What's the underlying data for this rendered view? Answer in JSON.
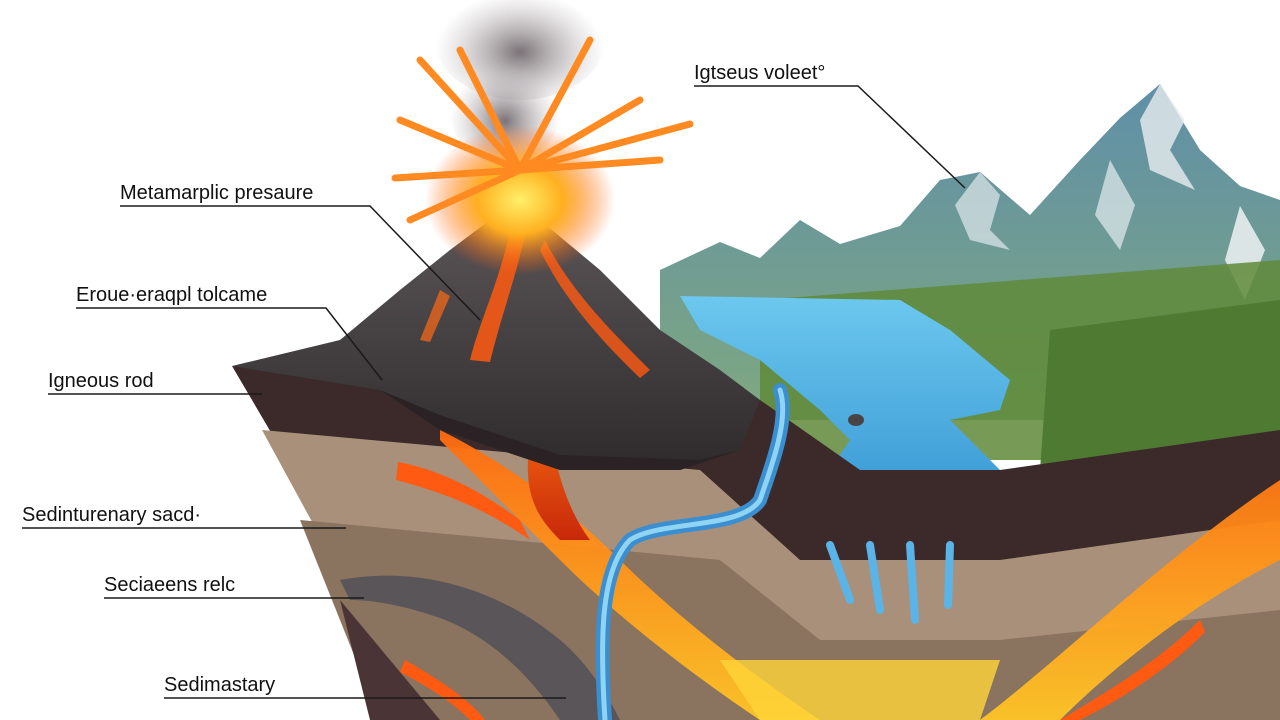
{
  "labels": [
    {
      "id": "igneous-volcano",
      "text": "Igtseus voleet°"
    },
    {
      "id": "metamorphic-pressure",
      "text": "Metamarplic presaure"
    },
    {
      "id": "erosion-volcano",
      "text": "Eroue·eraqpl tolcame"
    },
    {
      "id": "igneous-rock",
      "text": "Igneous rod"
    },
    {
      "id": "sedimentary-rock-1",
      "text": "Sedinturenary sacd·"
    },
    {
      "id": "sedimentary-rock-2",
      "text": "Seciaeens relc"
    },
    {
      "id": "sedimentary",
      "text": "Sedimastary"
    }
  ],
  "colors": {
    "sky": "#ffffff",
    "ash": "#8a8286",
    "volcano": "#4a4446",
    "lava": "#ff5a12",
    "lava_glow": "#ffc31f",
    "water": "#3fa6dc",
    "grass": "#5f8a3a",
    "mountain": "#6f98a8",
    "snow": "#e8eef0",
    "crust_dark": "#3c2a2a",
    "sediment": "#a8907a",
    "leader_line": "#1a1a1a"
  }
}
